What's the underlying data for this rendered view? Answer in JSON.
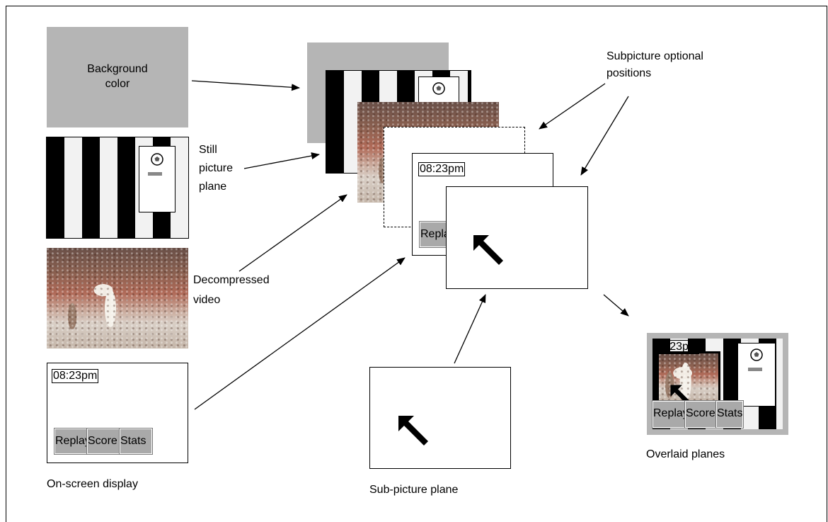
{
  "labels": {
    "background_color": "Background color",
    "still_picture_plane_line1": "Still",
    "still_picture_plane_line2": "picture",
    "still_picture_plane_line3": "plane",
    "decompressed_video_line1": "Decompressed",
    "decompressed_video_line2": "video",
    "subpicture_positions_line1": "Subpicture optional",
    "subpicture_positions_line2": "positions",
    "on_screen_display": "On-screen display",
    "sub_picture_plane": "Sub-picture plane",
    "overlaid_planes": "Overlaid planes"
  },
  "osd": {
    "time": "08:23pm",
    "buttons": [
      "Replay",
      "Score",
      "Stats"
    ]
  },
  "icons": {
    "soccer_ball": "soccer-ball-icon",
    "cursor": "arrow-cursor-icon"
  },
  "colors": {
    "background_plane": "#b5b5b5",
    "button": "#a9a9a9"
  }
}
